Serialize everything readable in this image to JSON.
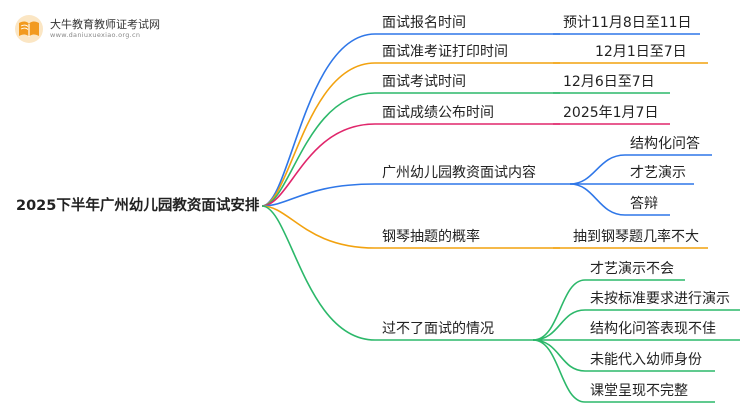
{
  "logo": {
    "title": "大牛教育教师证考试网",
    "url": "www.daniuxuexiao.org.cn"
  },
  "root": "2025下半年广州幼儿园教资面试安排",
  "branches": [
    {
      "label": "面试报名时间",
      "value": "预计11月8日至11日",
      "color": "#2f77e8"
    },
    {
      "label": "面试准考证打印时间",
      "value": "12月1日至7日",
      "color": "#f2a20f"
    },
    {
      "label": "面试考试时间",
      "value": "12月6日至7日",
      "color": "#2cb86a"
    },
    {
      "label": "面试成绩公布时间",
      "value": "2025年1月7日",
      "color": "#e0266b"
    },
    {
      "label": "广州幼儿园教资面试内容",
      "color": "#2f77e8",
      "children": [
        "结构化问答",
        "才艺演示",
        "答辩"
      ]
    },
    {
      "label": "钢琴抽题的概率",
      "value": "抽到钢琴题几率不大",
      "color": "#f2a20f"
    },
    {
      "label": "过不了面试的情况",
      "color": "#2cb86a",
      "children": [
        "才艺演示不会",
        "未按标准要求进行演示",
        "结构化问答表现不佳",
        "未能代入幼师身份",
        "课堂呈现不完整"
      ]
    }
  ]
}
